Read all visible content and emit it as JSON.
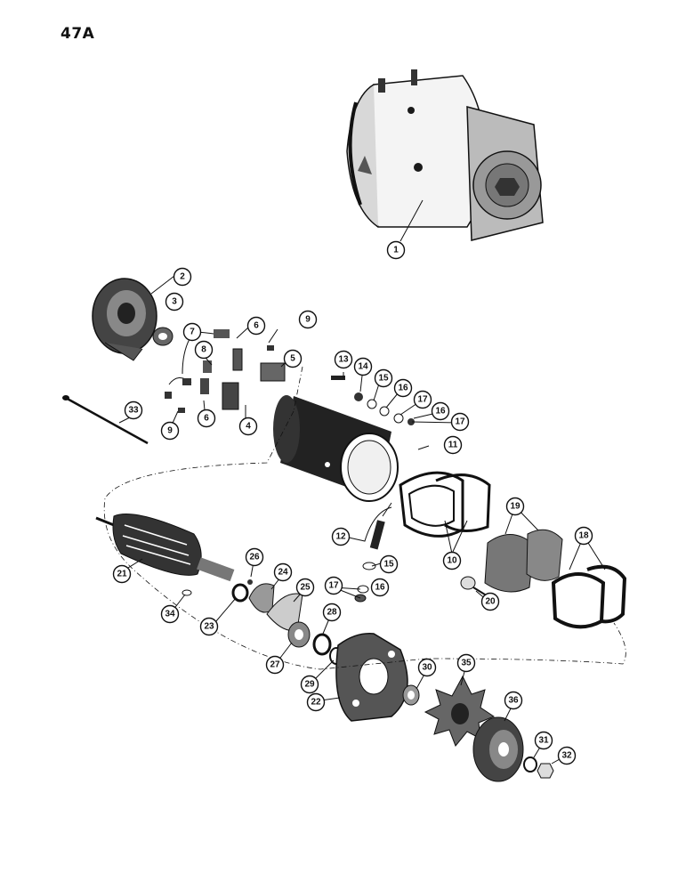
{
  "page": {
    "number": "47A"
  },
  "callouts": [
    {
      "id": "c1",
      "label": "1"
    },
    {
      "id": "c2",
      "label": "2"
    },
    {
      "id": "c3",
      "label": "3"
    },
    {
      "id": "c4",
      "label": "4"
    },
    {
      "id": "c5",
      "label": "5"
    },
    {
      "id": "c6a",
      "label": "6"
    },
    {
      "id": "c6b",
      "label": "6"
    },
    {
      "id": "c7",
      "label": "7"
    },
    {
      "id": "c8",
      "label": "8"
    },
    {
      "id": "c9a",
      "label": "9"
    },
    {
      "id": "c9b",
      "label": "9"
    },
    {
      "id": "c10",
      "label": "10"
    },
    {
      "id": "c11",
      "label": "11"
    },
    {
      "id": "c12",
      "label": "12"
    },
    {
      "id": "c13",
      "label": "13"
    },
    {
      "id": "c14",
      "label": "14"
    },
    {
      "id": "c15a",
      "label": "15"
    },
    {
      "id": "c15b",
      "label": "15"
    },
    {
      "id": "c16a",
      "label": "16"
    },
    {
      "id": "c16b",
      "label": "16"
    },
    {
      "id": "c16c",
      "label": "16"
    },
    {
      "id": "c17a",
      "label": "17"
    },
    {
      "id": "c17b",
      "label": "17"
    },
    {
      "id": "c17c",
      "label": "17"
    },
    {
      "id": "c18",
      "label": "18"
    },
    {
      "id": "c19",
      "label": "19"
    },
    {
      "id": "c20",
      "label": "20"
    },
    {
      "id": "c21",
      "label": "21"
    },
    {
      "id": "c22",
      "label": "22"
    },
    {
      "id": "c23",
      "label": "23"
    },
    {
      "id": "c24",
      "label": "24"
    },
    {
      "id": "c25",
      "label": "25"
    },
    {
      "id": "c26",
      "label": "26"
    },
    {
      "id": "c27",
      "label": "27"
    },
    {
      "id": "c28",
      "label": "28"
    },
    {
      "id": "c29",
      "label": "29"
    },
    {
      "id": "c30",
      "label": "30"
    },
    {
      "id": "c31",
      "label": "31"
    },
    {
      "id": "c32",
      "label": "32"
    },
    {
      "id": "c33",
      "label": "33"
    },
    {
      "id": "c34",
      "label": "34"
    },
    {
      "id": "c35",
      "label": "35"
    },
    {
      "id": "c36",
      "label": "36"
    }
  ]
}
